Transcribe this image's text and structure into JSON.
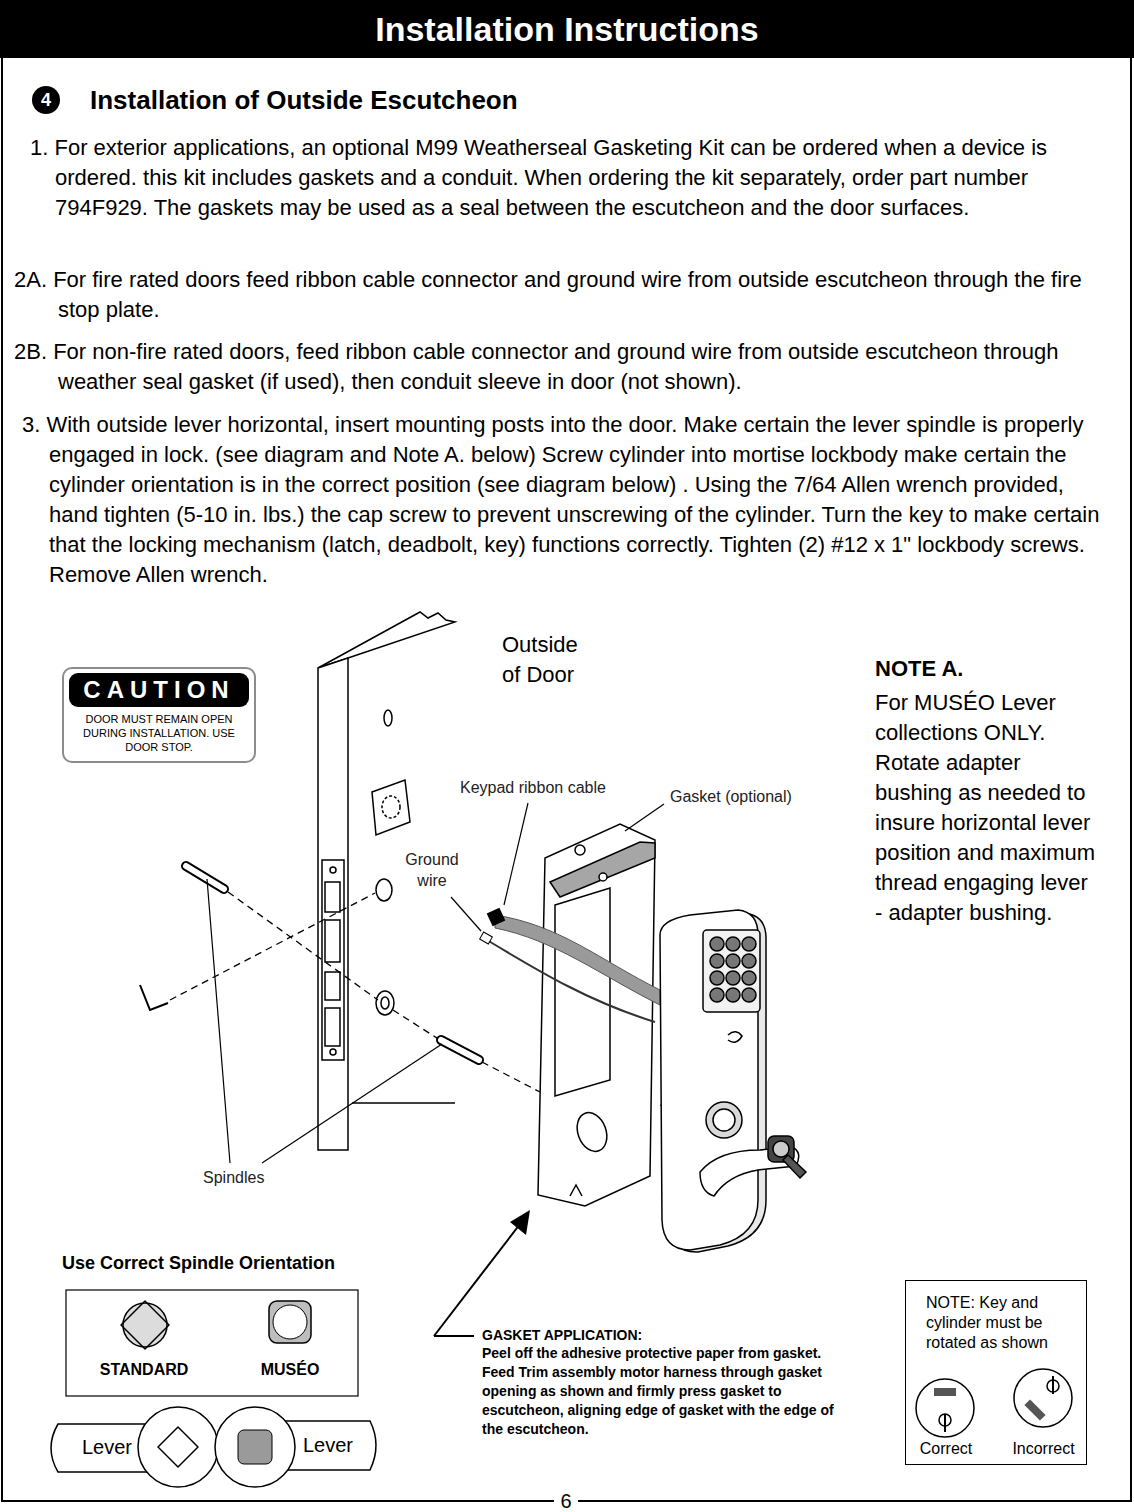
{
  "diagram": {
    "title": "Installation Instructions",
    "nodes": [
      {
        "text": [
          "4"
        ]
      },
      {
        "text": [
          "DOOR MUST REMAIN OPEN DURING INSTALLATION. USE DOOR STOP."
        ]
      },
      {
        "text": [
          "CAUTION"
        ],
        "in": 1
      },
      {
        "text": [
          "Use Correct Spindle Orientation",
          "STANDARD",
          "MUSÉO"
        ]
      },
      {
        "text": [
          "Lever"
        ]
      },
      {
        "text": [
          "Lever"
        ]
      },
      {
        "text": [
          "NOTE: Key and cylinder must be rotated as shown",
          "Correct",
          "Incorrect"
        ]
      }
    ],
    "labels": [
      "Installation of Outside Escutcheon",
      "1. For exterior applications, an optional M99 Weatherseal Gasketing Kit can be ordered when a device is ordered. this kit includes gaskets and a conduit. When ordering the kit separately, order part number 794F929. The gaskets may be used as a seal between the escutcheon and the door surfaces.",
      "2A. For fire rated doors feed ribbon cable connector and ground wire from outside escutcheon through the fire stop plate.",
      "2B. For non-fire rated doors, feed ribbon cable connector and ground wire from outside escutcheon through weather seal gasket (if used), then conduit sleeve in door (not shown).",
      "3. With outside lever horizontal, insert mounting posts into the door. Make certain the lever spindle is properly engaged in lock. (see diagram and Note A. below) Screw cylinder into mortise lockbody make certain the cylinder orientation is in the correct position (see diagram below) . Using the 7/64 Allen wrench provided, hand tighten (5-10 in. lbs.) the cap screw to prevent unscrewing of the cylinder. Turn the key to make certain that the locking mechanism (latch, deadbolt, key) functions correctly. Tighten (2) #12 x 1\" lockbody screws. Remove Allen wrench.",
      "Outside of Door",
      "Keypad ribbon cable",
      "Gasket (optional)",
      "Ground wire",
      "Spindles",
      "NOTE A.",
      "For MUSÉO Lever collections ONLY. Rotate adapter bushing as needed to insure horizontal lever position and maximum thread engaging lever - adapter bushing.",
      "GASKET APPLICATION:",
      "Peel off the adhesive protective paper from gasket. Feed Trim assembly motor harness through gasket opening as shown and firmly press gasket to escutcheon, aligning edge of gasket with the edge of the escutcheon.",
      "6"
    ]
  }
}
